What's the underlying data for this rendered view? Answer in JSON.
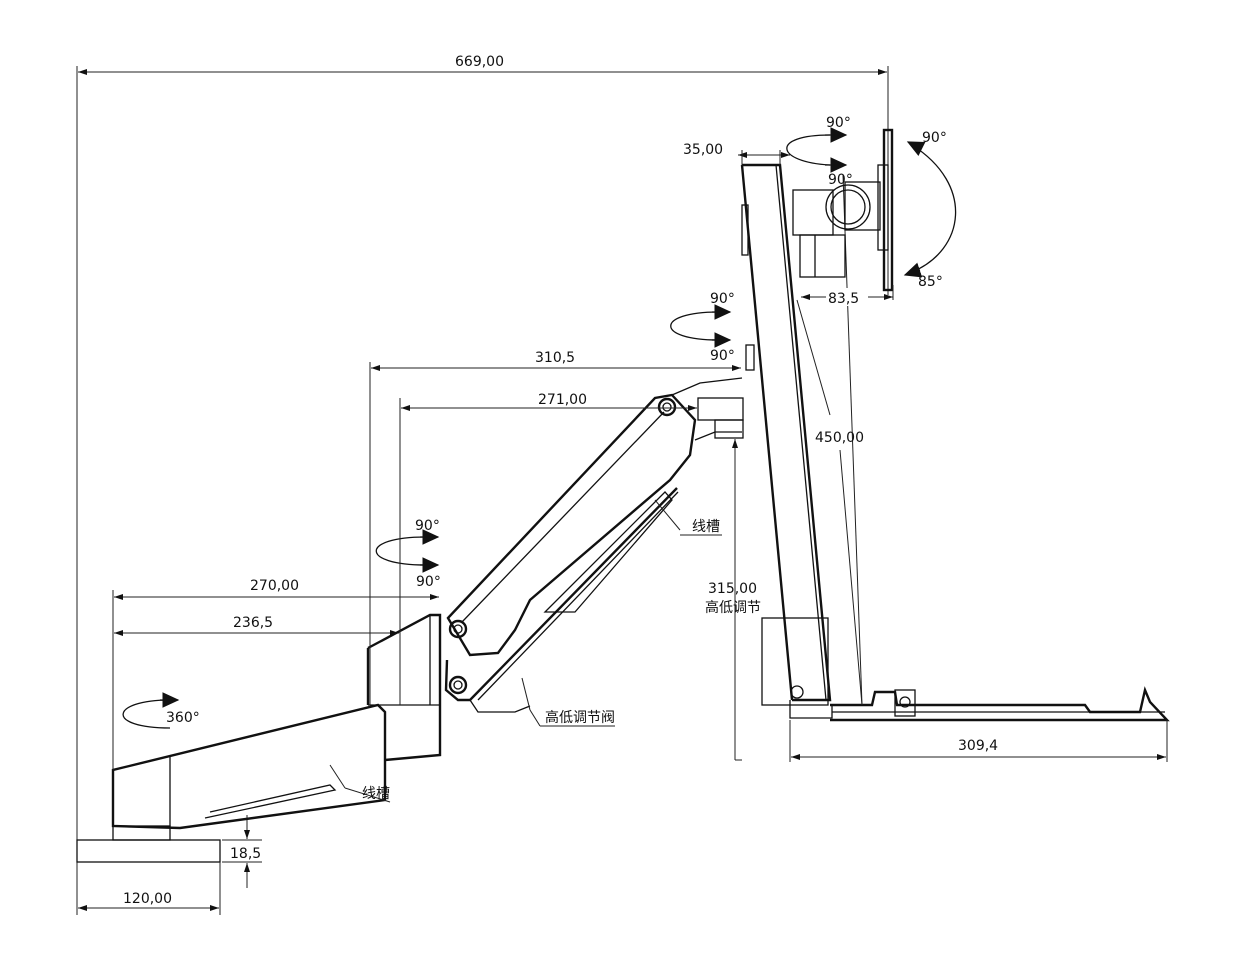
{
  "drawing": {
    "overall_width": "669,00",
    "base_depth": "120,00",
    "base_thickness": "18,5",
    "lower_arm_length": "270,00",
    "lower_arm_inner": "236,5",
    "base_rotation": "360°",
    "elbow_rotation_top": "90°",
    "elbow_rotation_bottom": "90°",
    "lower_cable_channel": "线槽",
    "upper_arm_outer": "310,5",
    "upper_arm_inner": "271,00",
    "upper_cable_channel": "线槽",
    "height_valve": "高低调节阀",
    "height_adjust_value": "315,00",
    "height_adjust_label": "高低调节",
    "head_rotation_top": "90°",
    "head_rotation_bottom": "90°",
    "panel_thickness": "35,00",
    "vesa_rotation_top": "90°",
    "vesa_rotation_bottom": "90°",
    "tilt_up": "90°",
    "tilt_down": "85°",
    "vesa_offset": "83,5",
    "panel_height": "450,00",
    "tray_width": "309,4"
  }
}
